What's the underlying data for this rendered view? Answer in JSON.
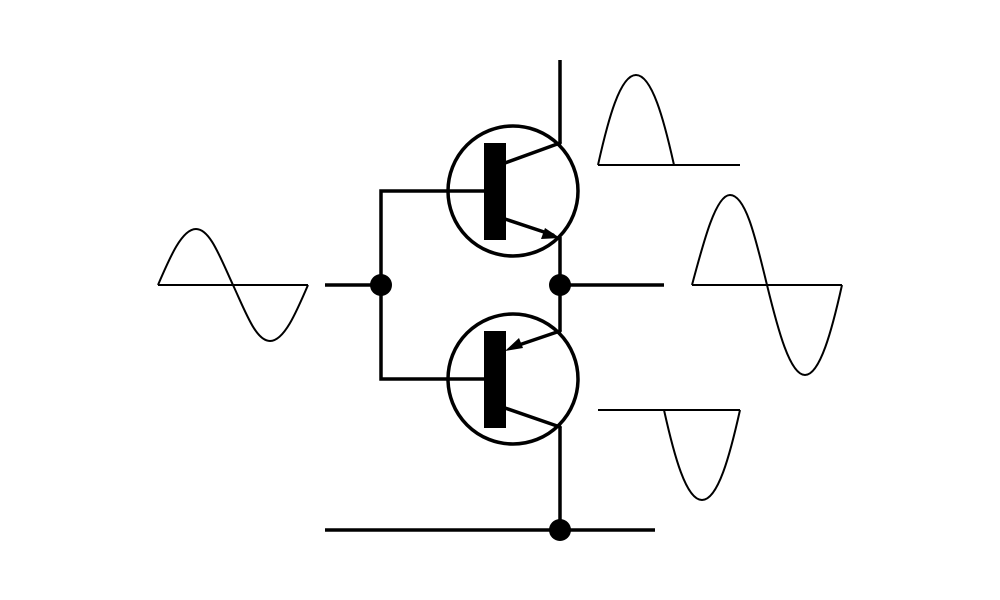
{
  "diagram": {
    "type": "push-pull transistor amplifier schematic",
    "components": [
      {
        "name": "npn-transistor",
        "role": "upper",
        "emitter_arrow": "outward"
      },
      {
        "name": "pnp-transistor",
        "role": "lower",
        "emitter_arrow": "inward"
      }
    ],
    "waveforms": [
      {
        "name": "input-sine-wave",
        "shape": "full sine"
      },
      {
        "name": "positive-half-wave",
        "shape": "positive half cycle"
      },
      {
        "name": "output-sine-wave",
        "shape": "full sine"
      },
      {
        "name": "negative-half-wave",
        "shape": "negative half cycle"
      }
    ],
    "nodes": [
      "input-junction",
      "output-junction",
      "ground-junction"
    ],
    "colors": {
      "ink": "#000000",
      "background": "#ffffff"
    }
  }
}
